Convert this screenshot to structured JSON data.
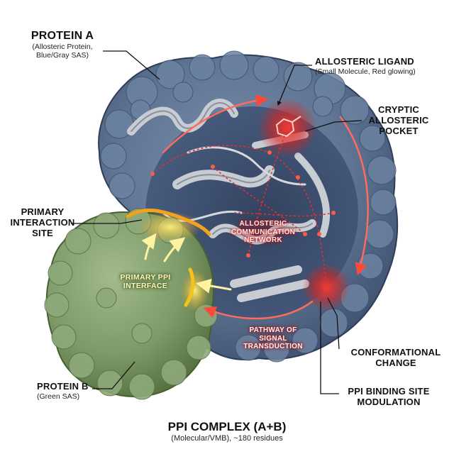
{
  "labels": {
    "protein_a": {
      "title": "PROTEIN A",
      "sub_line1": "(Allosteric Protein,",
      "sub_line2": "Blue/Gray SAS)"
    },
    "allosteric_ligand": {
      "title": "ALLOSTERIC LIGAND",
      "sub": "(Small Molecule, Red glowing)"
    },
    "cryptic_pocket": {
      "line1": "CRYPTIC",
      "line2": "ALLOSTERIC",
      "line3": "POCKET"
    },
    "primary_interaction_site": {
      "line1": "PRIMARY",
      "line2": "INTERACTION",
      "line3": "SITE"
    },
    "allosteric_network": {
      "line1": "ALLOSTERIC",
      "line2": "COMMUNICATION",
      "line3": "NETWORK"
    },
    "primary_ppi_interface": {
      "line1": "PRIMARY PPI",
      "line2": "INTERFACE"
    },
    "pathway": {
      "line1": "PATHWAY OF",
      "line2": "SIGNAL",
      "line3": "TRANSDUCTION"
    },
    "conformational_change": {
      "line1": "CONFORMATIONAL",
      "line2": "CHANGE"
    },
    "protein_b": {
      "title": "PROTEIN B",
      "sub": "(Green SAS)"
    },
    "ppi_modulation": {
      "line1": "PPI BINDING SITE",
      "line2": "MODULATION"
    }
  },
  "footer": {
    "title": "PPI COMPLEX (A+B)",
    "sub": "(Molecular/VMB), ~180 residues"
  },
  "colors": {
    "protein_a": "#5f7593",
    "protein_a_dark": "#3a4b66",
    "protein_b": "#7d9a68",
    "protein_b_dark": "#556f45",
    "ribbon": "#c8ccd3",
    "network": "#e0322b",
    "interface": "#f2a21b"
  }
}
